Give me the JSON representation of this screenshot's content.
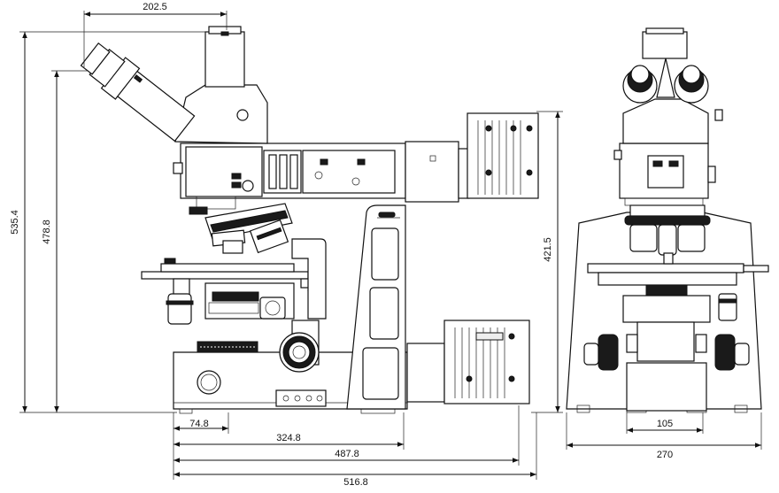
{
  "dimensions": {
    "top_width": "202.5",
    "total_height": "535.4",
    "eyepiece_height": "478.8",
    "lamphouse_height": "421.5",
    "base_front": "74.8",
    "stage_to_arm": "324.8",
    "to_lamphouse": "487.8",
    "total_depth": "516.8",
    "front_inner_width": "105",
    "front_total_width": "270"
  }
}
